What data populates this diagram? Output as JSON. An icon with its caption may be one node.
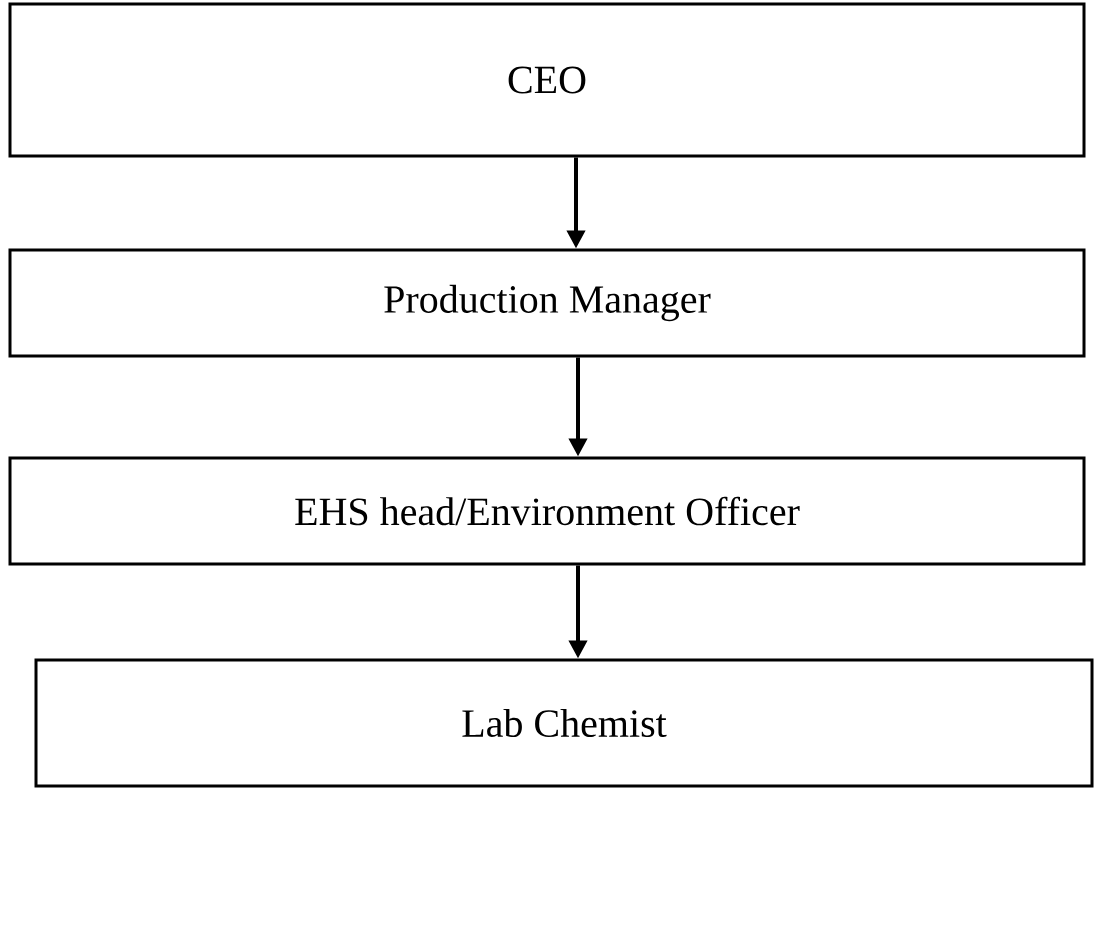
{
  "diagram": {
    "nodes": [
      {
        "text": [
          "CEO"
        ]
      },
      {
        "text": [
          "Production Manager"
        ]
      },
      {
        "text": [
          "EHS head/Environment Officer"
        ]
      },
      {
        "text": [
          "Lab Chemist"
        ]
      }
    ],
    "edges": [
      {
        "from": 0,
        "to": 1,
        "arrow": "to"
      },
      {
        "from": 1,
        "to": 2,
        "arrow": "to"
      },
      {
        "from": 2,
        "to": 3,
        "arrow": "to"
      }
    ]
  }
}
